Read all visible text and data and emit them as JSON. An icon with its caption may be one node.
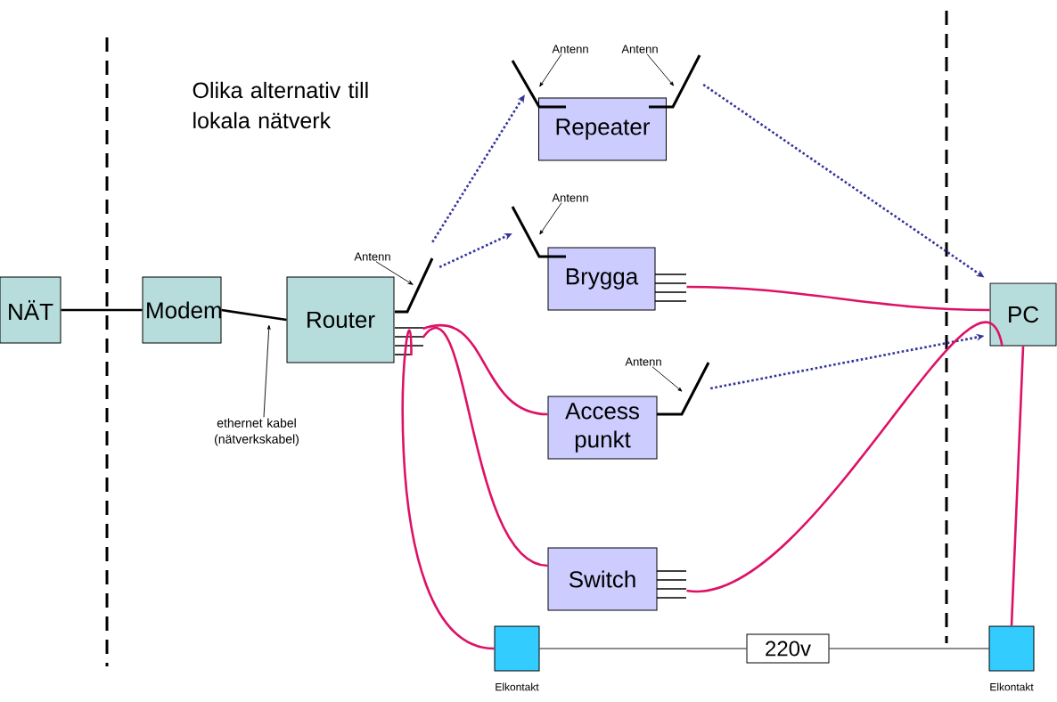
{
  "diagram": {
    "title": "Olika alternativ till lokala nätverk",
    "nodes": [
      {
        "text": [
          "NÄT"
        ]
      },
      {
        "text": [
          "Modem"
        ]
      },
      {
        "text": [
          "Router"
        ]
      },
      {
        "text": [
          "Repeater"
        ]
      },
      {
        "text": [
          "Brygga"
        ]
      },
      {
        "text": [
          "Access punkt"
        ]
      },
      {
        "text": [
          "Switch"
        ]
      },
      {
        "text": [
          "PC"
        ]
      },
      {
        "text": [],
        "shape": "box",
        "beside": [
          "Elkontakt"
        ]
      },
      {
        "text": [
          "220v"
        ]
      },
      {
        "text": [],
        "shape": "box",
        "beside": [
          "Elkontakt"
        ]
      },
      {
        "text": [],
        "shape": "picture"
      },
      {
        "text": [],
        "shape": "picture"
      },
      {
        "text": [],
        "shape": "picture"
      },
      {
        "text": [],
        "shape": "picture"
      },
      {
        "text": [],
        "shape": "picture"
      },
      {
        "text": [
          "Antenn"
        ]
      },
      {
        "text": [
          "Antenn"
        ]
      },
      {
        "text": [
          "Antenn"
        ]
      },
      {
        "text": [
          "Antenn"
        ]
      },
      {
        "text": [
          "Antenn"
        ]
      },
      {
        "text": [
          "ethernet kabel (nätverkskabel)"
        ]
      }
    ],
    "edges": [
      {
        "from": 0,
        "to": 1,
        "arrow": "none",
        "color": "#000000"
      },
      {
        "from": 1,
        "to": 2,
        "arrow": "none",
        "color": "#000000"
      },
      {
        "from": 11,
        "to": 12,
        "arrow": "to",
        "style": "dashed",
        "color": "#333399"
      },
      {
        "from": 11,
        "to": 14,
        "arrow": "to",
        "style": "dashed",
        "color": "#333399"
      },
      {
        "from": 13,
        "to": 7,
        "arrow": "to",
        "style": "dashed",
        "color": "#333399"
      },
      {
        "from": 15,
        "to": 7,
        "arrow": "to",
        "style": "dashed",
        "color": "#333399"
      },
      {
        "from": 4,
        "to": 7,
        "arrow": "none",
        "color": "#dd1166"
      },
      {
        "from": 2,
        "to": 5,
        "arrow": "none",
        "color": "#dd1166"
      },
      {
        "from": 2,
        "to": 6,
        "arrow": "none",
        "color": "#dd1166"
      },
      {
        "from": 2,
        "to": 8,
        "arrow": "none",
        "color": "#dd1166"
      },
      {
        "from": 6,
        "to": 7,
        "arrow": "none",
        "color": "#dd1166"
      },
      {
        "from": 7,
        "to": 10,
        "arrow": "none",
        "color": "#dd1166"
      },
      {
        "from": 8,
        "to": 9,
        "arrow": "none"
      },
      {
        "from": 9,
        "to": 10,
        "arrow": "none"
      },
      {
        "from": 16,
        "to": 11,
        "arrow": "to"
      },
      {
        "from": 17,
        "to": 12,
        "arrow": "to"
      },
      {
        "from": 18,
        "to": 13,
        "arrow": "to"
      },
      {
        "from": 19,
        "to": 14,
        "arrow": "to"
      },
      {
        "from": 20,
        "to": 15,
        "arrow": "to"
      },
      {
        "from": 21,
        "to": null,
        "arrow": "to"
      }
    ]
  }
}
